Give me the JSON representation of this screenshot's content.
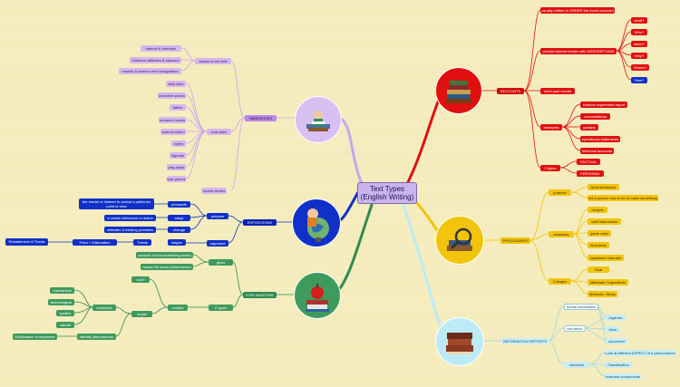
{
  "center": {
    "line1": "Text Types",
    "line2": "(English Writing)"
  },
  "narratives": {
    "label": "NARRATIVES",
    "aims_label": "stories & text that",
    "aims": [
      "interest & entertain",
      "influence attitudes & opinions",
      "nourish & extend one's imagination"
    ],
    "examples_label": "examples",
    "examples": [
      "fairy tales",
      "detective stories",
      "fables",
      "romance novels",
      "science fiction",
      "myths",
      "legends",
      "play script",
      "epic poems"
    ],
    "extra": "novels stories"
  },
  "expositions": {
    "label": "EXPOSITIONS",
    "persuade_text": "the reader or listener to accept a particular point of view",
    "persuade": "persuade",
    "adopt_text": "a certain behaviour or action",
    "adopt": "adopt",
    "change_text": "attitudes & existing practises",
    "change": "change",
    "purpose": "purpose",
    "restatement": "Restatement of Thesis",
    "point": "Point + Elaboration",
    "thesis": "Thesis",
    "stages": "stages",
    "argument": "argument"
  },
  "explanations": {
    "label": "EXPLANATIONS",
    "gives": "gives",
    "gives_items": [
      "account of how something works",
      "reason for some phenomenon"
    ],
    "types": "2 types",
    "models": "models",
    "sort": "sort?",
    "social": "social",
    "examples_label": "examples",
    "examples": [
      "mechanical",
      "technological",
      "system",
      "natural"
    ],
    "identify": "identify phenomenon",
    "sequence": "Explanation of sequence"
  },
  "recounts": {
    "label": "RECOUNTS",
    "order_text": "usually written in ORDER the event occurred",
    "descriptions": "provide listener/reader with DESCRIPTIONS",
    "questions": [
      "what?",
      "Who?",
      "when?",
      "Why?",
      "Where?",
      "How?"
    ],
    "past": "retell past events",
    "examples_label": "examples",
    "examples": [
      "science experiment report",
      "conversations",
      "gossips",
      "eyewitness statements",
      "historical accounts"
    ],
    "types_label": "2 types",
    "types": [
      "FACTUAL",
      "PERSONAL"
    ]
  },
  "procedures": {
    "label": "PROCEDURES",
    "purpose": "purpose",
    "purpose_items": [
      "direct behaviour",
      "tell a person how to do or make something"
    ],
    "examples_label": "examples",
    "examples": [
      "recipes",
      "craft instructions",
      "game rules",
      "itineraries",
      "appliance manuals"
    ],
    "stages_label": "3 stages",
    "stages": [
      "Goal",
      "Materials / Ingredients",
      "Methods / Steps"
    ]
  },
  "information": {
    "label": "INFORMATION REPORTS",
    "formal": "formal information",
    "formal_items": [
      "organise",
      "store",
      "document"
    ],
    "but_which": "but which",
    "elements": "elements",
    "element_items": [
      "Look at different ASPECT of a phenomenon",
      "Classification",
      "examine components"
    ]
  },
  "colors": {
    "narratives": "#c8a6ee",
    "expositions": "#1030c8",
    "explanations": "#3f9a5e",
    "recounts": "#e01010",
    "procedures": "#f2c40c",
    "information": "#bdebf5"
  },
  "icons": [
    "reading-books-icon",
    "boy-globe-icon",
    "apple-books-icon",
    "books-stack-icon",
    "magnifier-books-icon",
    "old-books-icon"
  ]
}
